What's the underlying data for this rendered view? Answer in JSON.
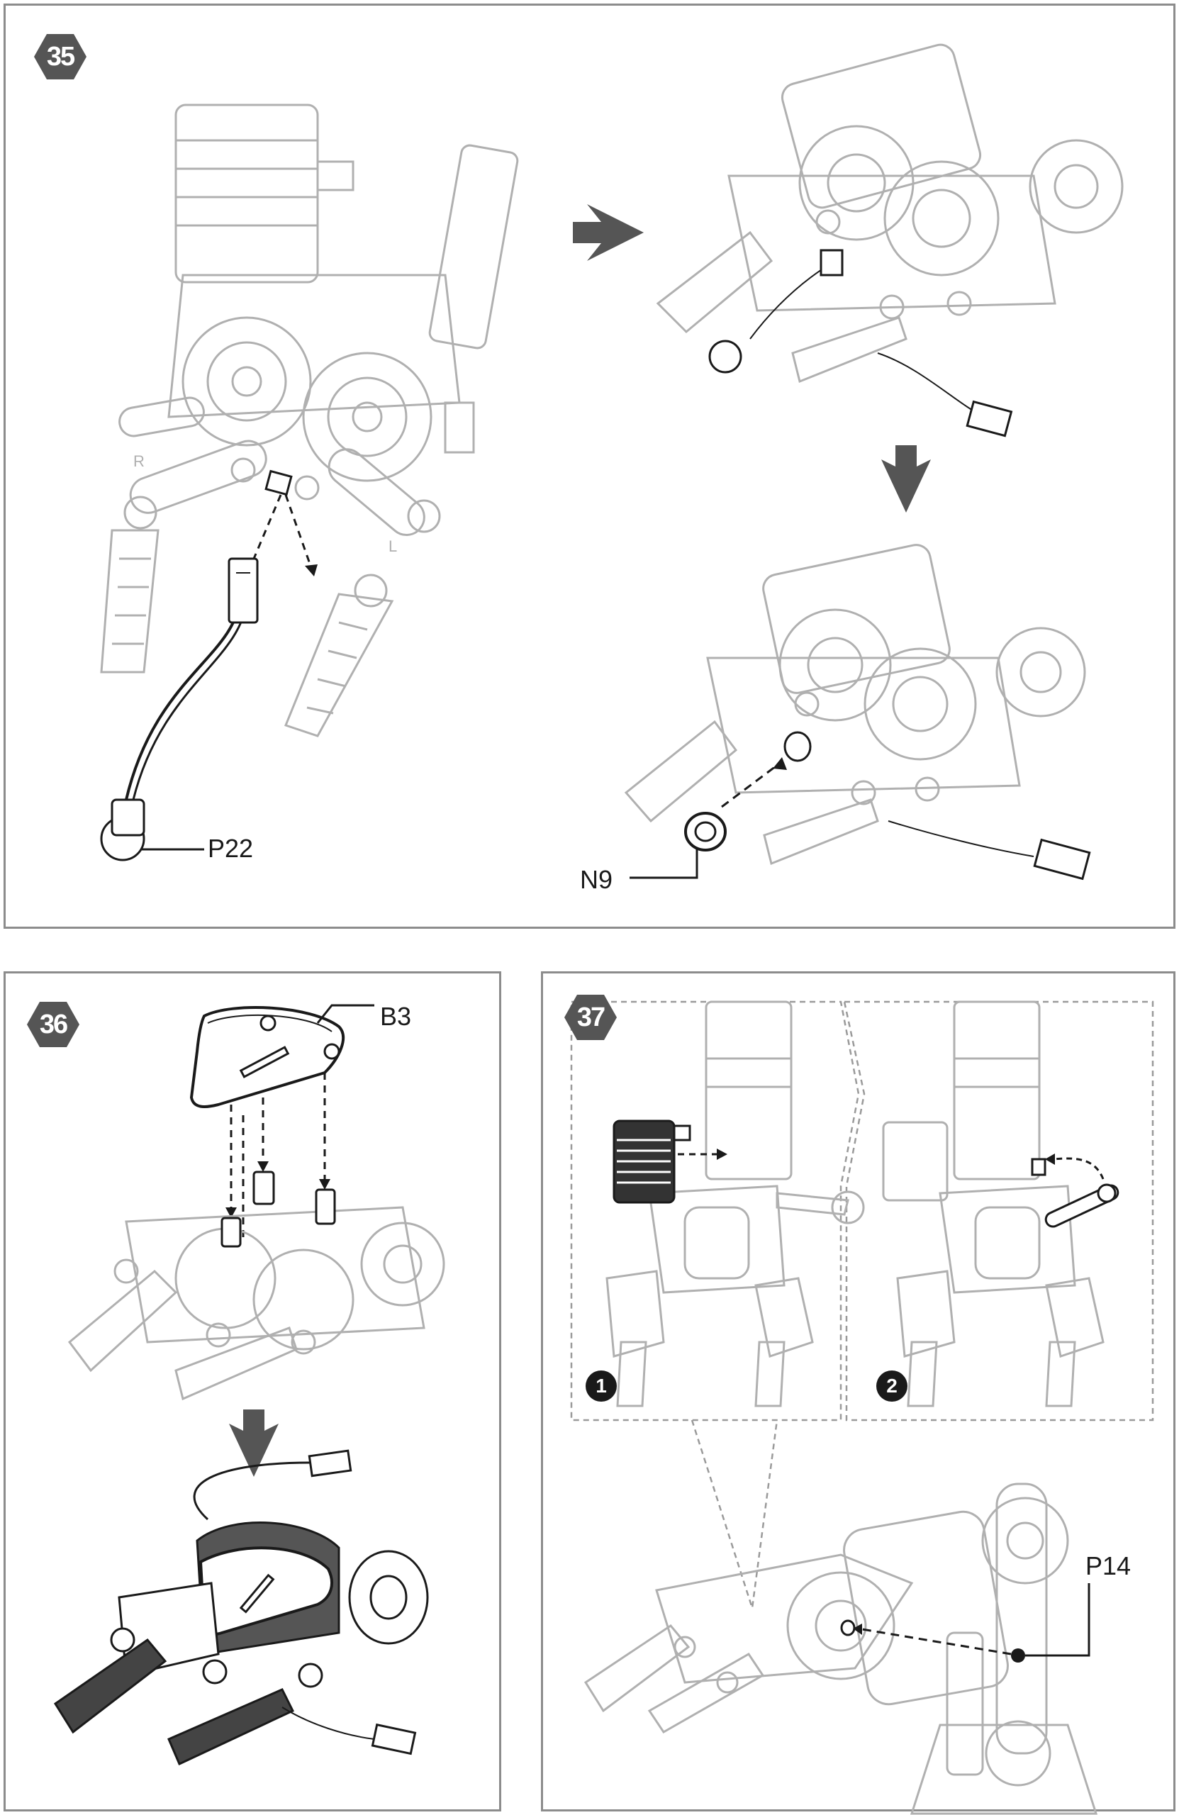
{
  "steps": [
    {
      "number": "35",
      "part_labels": [
        "P22",
        "N9"
      ]
    },
    {
      "number": "36",
      "part_labels": [
        "B3"
      ]
    },
    {
      "number": "37",
      "part_labels": [
        "P14"
      ],
      "sub_steps": [
        "1",
        "2"
      ]
    }
  ],
  "colors": {
    "frame": "#8c8c8c",
    "badge": "#555555",
    "line_art": "#b0b0b0",
    "ink": "#1a1a1a"
  },
  "icons": [
    "arrow-right-icon",
    "arrow-down-icon",
    "hexagon-badge-icon"
  ]
}
